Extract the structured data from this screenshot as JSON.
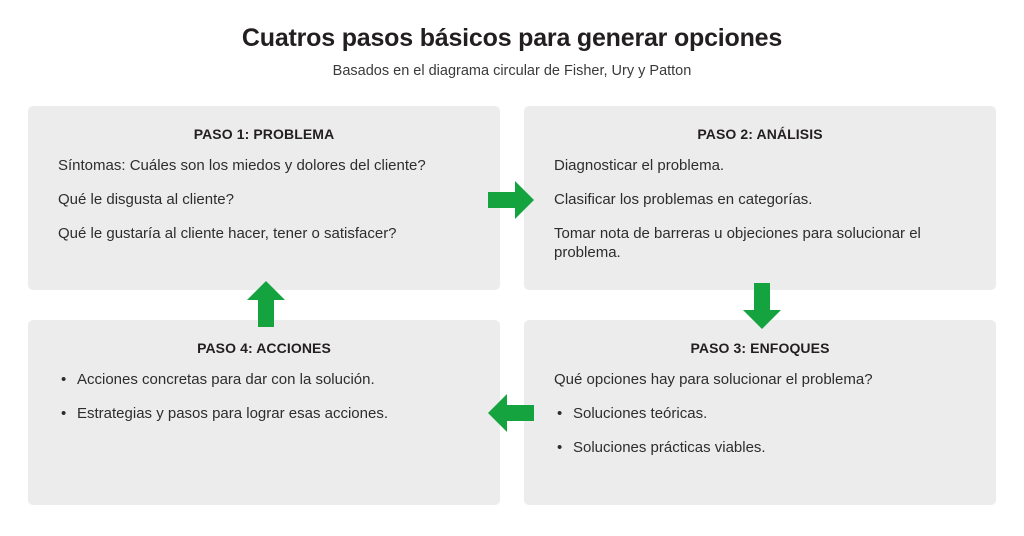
{
  "header": {
    "title": "Cuatros pasos básicos para generar opciones",
    "subtitle": "Basados en el diagrama circular de Fisher, Ury y Patton"
  },
  "colors": {
    "arrow_green": "#14a33f",
    "panel_background": "#ececec",
    "page_background": "#ffffff",
    "text": "#2d2d2d",
    "heading": "#231f20"
  },
  "panels": {
    "step1": {
      "title": "PASO 1: PROBLEMA",
      "lines": [
        "Síntomas: Cuáles son los miedos y dolores del cliente?",
        "Qué le disgusta al cliente?",
        "Qué le gustaría al cliente hacer, tener o satisfacer?"
      ]
    },
    "step2": {
      "title": "PASO 2: ANÁLISIS",
      "lines": [
        "Diagnosticar el problema.",
        "Clasificar los problemas en categorías.",
        "Tomar nota de barreras u objeciones para solucionar el problema."
      ]
    },
    "step3": {
      "title": "PASO 3: ENFOQUES",
      "lines": [
        "Qué opciones hay para solucionar el problema?",
        "Soluciones teóricas.",
        "Soluciones prácticas viables."
      ]
    },
    "step4": {
      "title": "PASO 4: ACCIONES",
      "lines": [
        "Acciones concretas para dar con la solución.",
        "Estrategias y pasos para lograr esas acciones."
      ]
    }
  },
  "arrows": [
    {
      "name": "arrow-right-icon",
      "direction": "right",
      "from": "step1",
      "to": "step2"
    },
    {
      "name": "arrow-down-icon",
      "direction": "down",
      "from": "step2",
      "to": "step3"
    },
    {
      "name": "arrow-left-icon",
      "direction": "left",
      "from": "step3",
      "to": "step4"
    },
    {
      "name": "arrow-up-icon",
      "direction": "up",
      "from": "step4",
      "to": "step1"
    }
  ]
}
